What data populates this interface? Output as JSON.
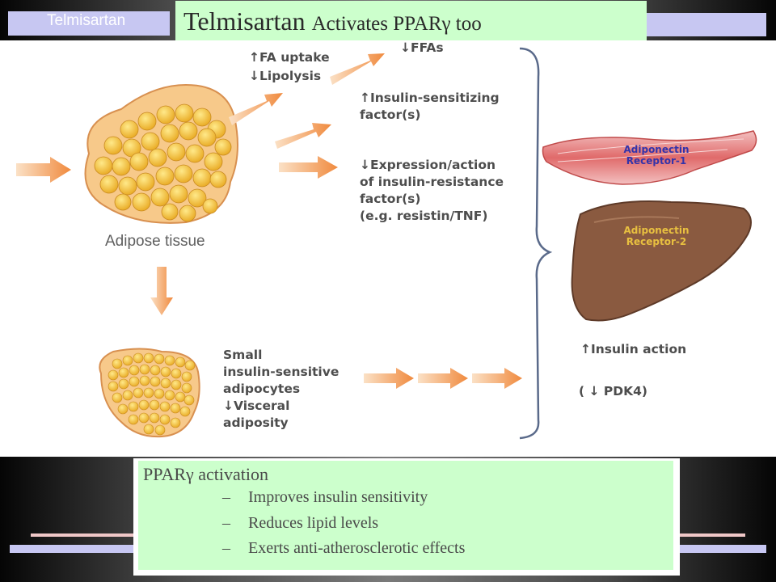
{
  "header": {
    "tab_label": "Telmisartan",
    "title_main": "Telmisartan",
    "title_rest": "Activates PPARγ too"
  },
  "figure": {
    "top_effects": [
      "FA uptake",
      "Lipolysis",
      "FFAs"
    ],
    "factor_up": [
      "Insulin-sensitizing",
      "factor(s)"
    ],
    "factor_down": [
      "Expression/action",
      "of insulin-resistance",
      "factor(s)",
      "(e.g. resistin/TNF)"
    ],
    "adipose_label": "Adipose tissue",
    "small_adipocytes": [
      "Small",
      "insulin-sensitive",
      "adipocytes",
      "Visceral",
      "adiposity"
    ],
    "receptor_1": [
      "Adiponectin",
      "Receptor-1"
    ],
    "receptor_2": [
      "Adiponectin",
      "Receptor-2"
    ],
    "insulin_action": "Insulin action",
    "pdk4": "( ↓ PDK4)",
    "colors": {
      "arrow": "#f0a060",
      "fat": "#f4c03a",
      "muscle": "#e07a7a",
      "liver": "#8a5a40",
      "receptor1_text": "#3333aa",
      "receptor2_text": "#e8c040"
    }
  },
  "summary": {
    "heading": "PPARγ activation",
    "bullet_dash": "–",
    "bullets": [
      "Improves insulin sensitivity",
      "Reduces lipid levels",
      "Exerts anti-atherosclerotic effects"
    ]
  }
}
